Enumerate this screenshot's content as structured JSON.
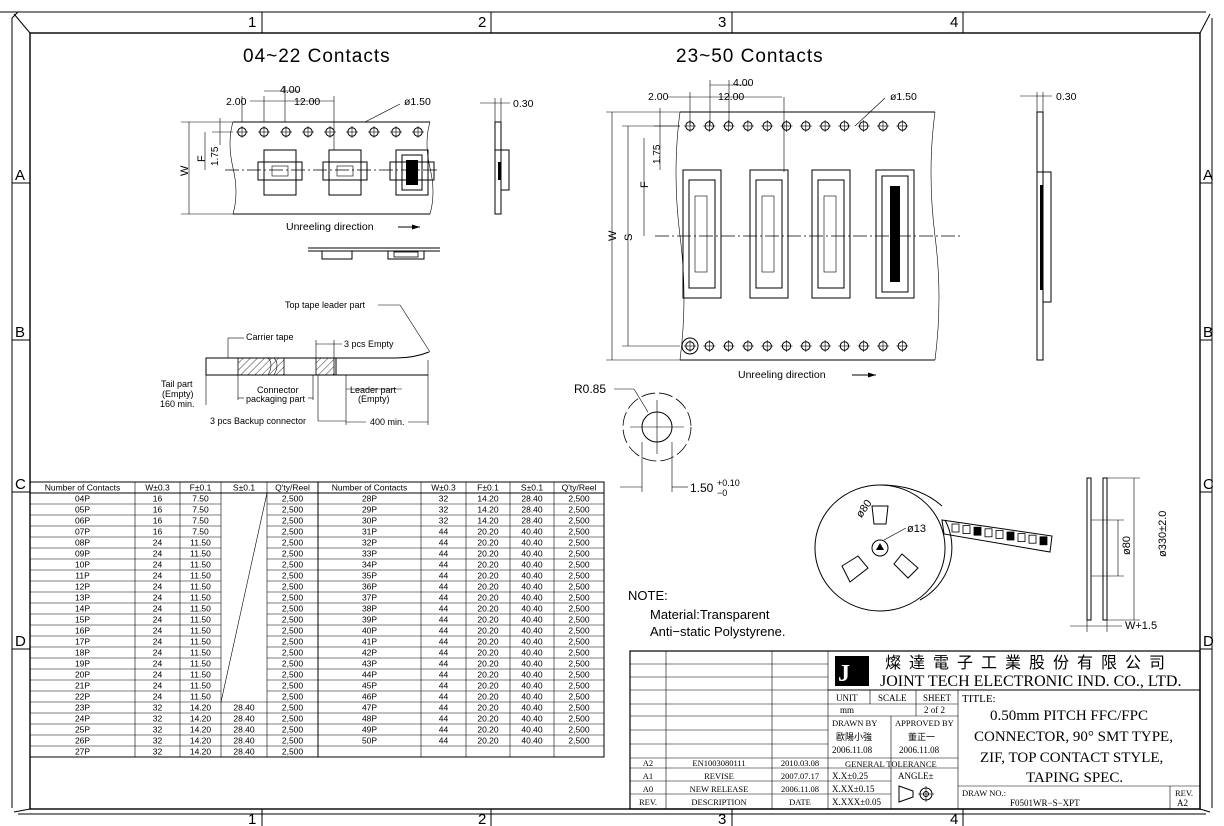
{
  "frame": {
    "col_labels": [
      "1",
      "2",
      "3",
      "4"
    ],
    "row_labels": [
      "A",
      "B",
      "C",
      "D"
    ]
  },
  "left_view": {
    "title": "04~22  Contacts",
    "dim_pitch": "4.00",
    "dim_offset": "2.00",
    "dim_pocket": "12.00",
    "dim_hole": "ø1.50",
    "dim_thickness": "0.30",
    "label_w": "W",
    "label_f": "F",
    "dim_edge": "1.75",
    "unreel": "Unreeling direction"
  },
  "right_view": {
    "title": "23~50  Contacts",
    "dim_pitch": "4.00",
    "dim_offset": "2.00",
    "dim_pocket": "12.00",
    "dim_hole": "ø1.50",
    "dim_thickness": "0.30",
    "label_w": "W",
    "label_s": "S",
    "label_f": "F",
    "dim_edge": "1.75",
    "unreel": "Unreeling direction"
  },
  "tape_layout": {
    "top_leader": "Top tape leader part",
    "carrier": "Carrier tape",
    "empty3": "3 pcs Empty",
    "tail": [
      "Tail part",
      "(Empty)",
      "160 min."
    ],
    "conn_pack": [
      "Connector",
      "packaging part"
    ],
    "leader": [
      "Leader part",
      "(Empty)"
    ],
    "backup": "3 pcs Backup connector",
    "min400": "400 min."
  },
  "hole_detail": {
    "radius": "R0.85",
    "dia": "1.50",
    "tol_up": "+0.10",
    "tol_dn": "−0"
  },
  "reel": {
    "d80": "ø80",
    "d13": "ø13",
    "d80v": "ø80",
    "d330": "ø330±2.0",
    "w15": "W+1.5"
  },
  "note": {
    "title": "NOTE:",
    "line1": "Material:Transparent",
    "line2": "Anti−static  Polystyrene."
  },
  "spec_table": {
    "headers": [
      "Number of Contacts",
      "W±0.3",
      "F±0.1",
      "S±0.1",
      "Q'ty/Reel",
      "Number of Contacts",
      "W±0.3",
      "F±0.1",
      "S±0.1",
      "Q'ty/Reel"
    ],
    "rows": [
      [
        "04P",
        "16",
        "7.50",
        "",
        "2,500",
        "28P",
        "32",
        "14.20",
        "28.40",
        "2,500"
      ],
      [
        "05P",
        "16",
        "7.50",
        "",
        "2,500",
        "29P",
        "32",
        "14.20",
        "28.40",
        "2,500"
      ],
      [
        "06P",
        "16",
        "7.50",
        "",
        "2,500",
        "30P",
        "32",
        "14.20",
        "28.40",
        "2,500"
      ],
      [
        "07P",
        "16",
        "7.50",
        "",
        "2,500",
        "31P",
        "44",
        "20.20",
        "40.40",
        "2,500"
      ],
      [
        "08P",
        "24",
        "11.50",
        "",
        "2,500",
        "32P",
        "44",
        "20.20",
        "40.40",
        "2,500"
      ],
      [
        "09P",
        "24",
        "11.50",
        "",
        "2,500",
        "33P",
        "44",
        "20.20",
        "40.40",
        "2,500"
      ],
      [
        "10P",
        "24",
        "11.50",
        "",
        "2,500",
        "34P",
        "44",
        "20.20",
        "40.40",
        "2,500"
      ],
      [
        "11P",
        "24",
        "11.50",
        "",
        "2,500",
        "35P",
        "44",
        "20.20",
        "40.40",
        "2,500"
      ],
      [
        "12P",
        "24",
        "11.50",
        "",
        "2,500",
        "36P",
        "44",
        "20.20",
        "40.40",
        "2,500"
      ],
      [
        "13P",
        "24",
        "11.50",
        "",
        "2,500",
        "37P",
        "44",
        "20.20",
        "40.40",
        "2,500"
      ],
      [
        "14P",
        "24",
        "11.50",
        "",
        "2,500",
        "38P",
        "44",
        "20.20",
        "40.40",
        "2,500"
      ],
      [
        "15P",
        "24",
        "11.50",
        "",
        "2,500",
        "39P",
        "44",
        "20.20",
        "40.40",
        "2,500"
      ],
      [
        "16P",
        "24",
        "11.50",
        "",
        "2,500",
        "40P",
        "44",
        "20.20",
        "40.40",
        "2,500"
      ],
      [
        "17P",
        "24",
        "11.50",
        "",
        "2,500",
        "41P",
        "44",
        "20.20",
        "40.40",
        "2,500"
      ],
      [
        "18P",
        "24",
        "11.50",
        "",
        "2,500",
        "42P",
        "44",
        "20.20",
        "40.40",
        "2,500"
      ],
      [
        "19P",
        "24",
        "11.50",
        "",
        "2,500",
        "43P",
        "44",
        "20.20",
        "40.40",
        "2,500"
      ],
      [
        "20P",
        "24",
        "11.50",
        "",
        "2,500",
        "44P",
        "44",
        "20.20",
        "40.40",
        "2,500"
      ],
      [
        "21P",
        "24",
        "11.50",
        "",
        "2,500",
        "45P",
        "44",
        "20.20",
        "40.40",
        "2,500"
      ],
      [
        "22P",
        "24",
        "11.50",
        "",
        "2,500",
        "46P",
        "44",
        "20.20",
        "40.40",
        "2,500"
      ],
      [
        "23P",
        "32",
        "14.20",
        "28.40",
        "2,500",
        "47P",
        "44",
        "20.20",
        "40.40",
        "2,500"
      ],
      [
        "24P",
        "32",
        "14.20",
        "28.40",
        "2,500",
        "48P",
        "44",
        "20.20",
        "40.40",
        "2,500"
      ],
      [
        "25P",
        "32",
        "14.20",
        "28.40",
        "2,500",
        "49P",
        "44",
        "20.20",
        "40.40",
        "2,500"
      ],
      [
        "26P",
        "32",
        "14.20",
        "28.40",
        "2,500",
        "50P",
        "44",
        "20.20",
        "40.40",
        "2,500"
      ],
      [
        "27P",
        "32",
        "14.20",
        "28.40",
        "2,500",
        "",
        "",
        "",
        "",
        ""
      ]
    ]
  },
  "title_block": {
    "company_cn": "燦 達 電 子 工 業 股 份 有 限 公 司",
    "company_en": "JOINT TECH ELECTRONIC IND. CO., LTD.",
    "unit_label": "UNIT",
    "unit": "mm",
    "scale_label": "SCALE",
    "sheet_label": "SHEET",
    "sheet": "2 of 2",
    "drawn_label": "DRAWN BY",
    "drawn": "歐陽小強",
    "drawn_date": "2006.11.08",
    "approved_label": "APPROVED BY",
    "approved": "董正一",
    "approved_date": "2006.11.08",
    "tol_label": "GENERAL  TOLERANCE",
    "tol1": "X.X±0.25",
    "tol2": "X.XX±0.15",
    "tol3": "X.XXX±0.05",
    "angle_label": "ANGLE±",
    "title_label": "TITLE:",
    "title_lines": [
      "0.50mm PITCH FFC/FPC",
      "CONNECTOR, 90° SMT TYPE,",
      "ZIF, TOP CONTACT STYLE,",
      "TAPING SPEC."
    ],
    "drawno_label": "DRAW NO.:",
    "drawno": "F0501WR−S−XPT",
    "rev_label": "REV.",
    "rev": "A2",
    "revisions": [
      [
        "A2",
        "EN1003080111",
        "2010.03.08"
      ],
      [
        "A1",
        "REVISE",
        "2007.07.17"
      ],
      [
        "A0",
        "NEW RELEASE",
        "2006.11.08"
      ]
    ],
    "rev_head": [
      "REV.",
      "DESCRIPTION",
      "DATE"
    ]
  }
}
